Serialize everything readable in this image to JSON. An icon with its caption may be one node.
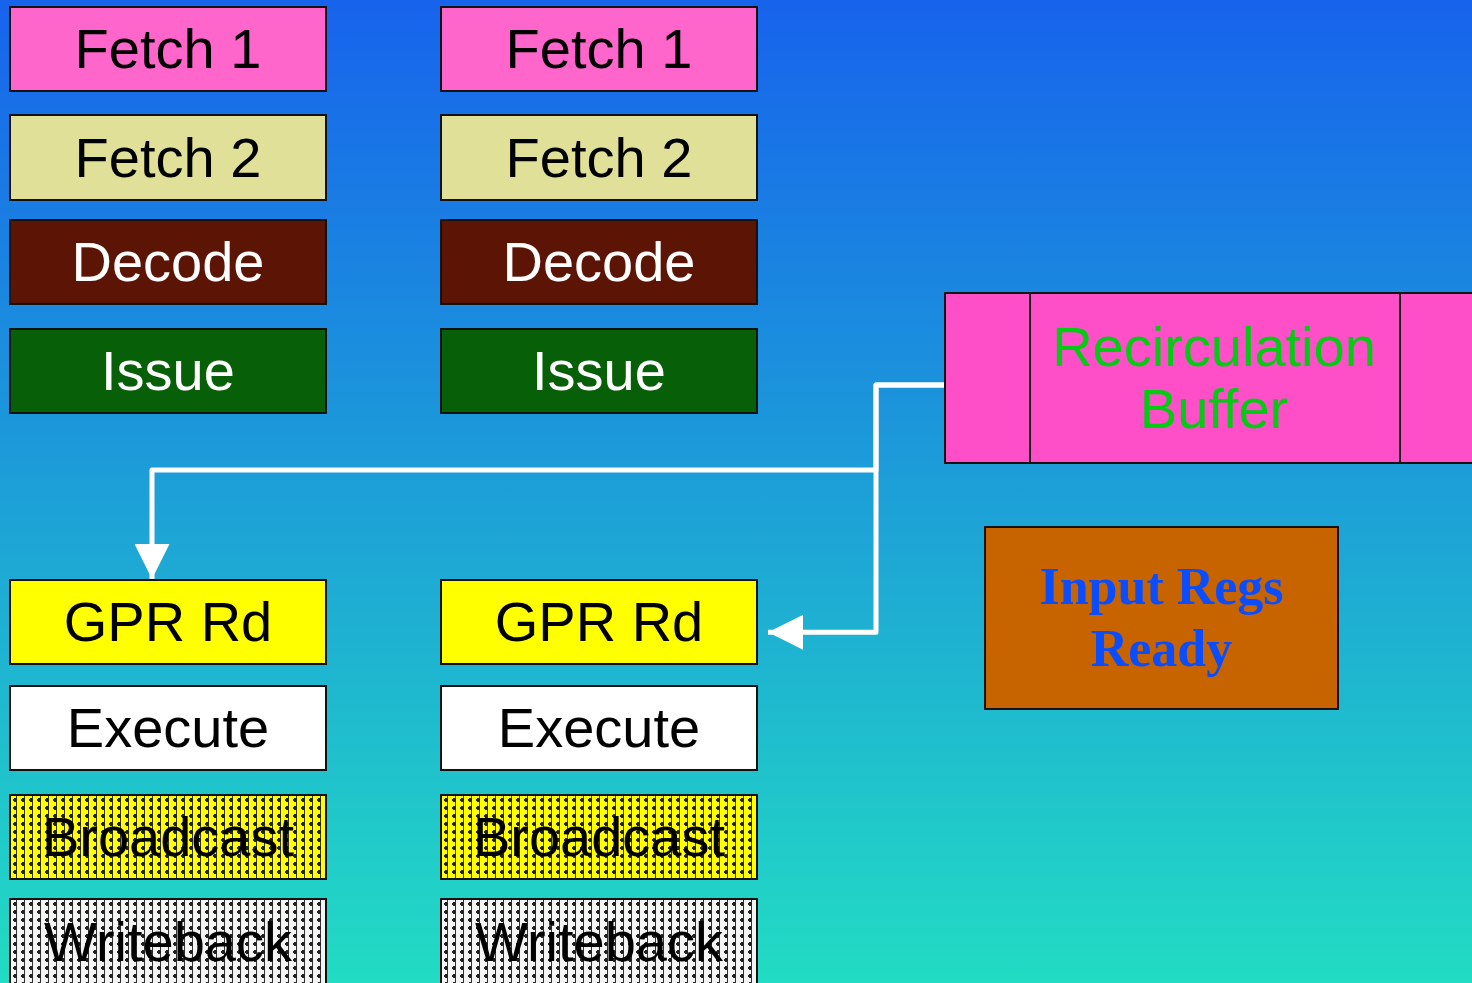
{
  "diagram": {
    "nodes": [
      {
        "text": [
          "Fetch 1"
        ]
      },
      {
        "text": [
          "Fetch 2"
        ]
      },
      {
        "text": [
          "Decode"
        ]
      },
      {
        "text": [
          "Issue"
        ]
      },
      {
        "text": [
          "GPR Rd"
        ]
      },
      {
        "text": [
          "Execute"
        ]
      },
      {
        "text": [
          "Broadcast"
        ]
      },
      {
        "text": [
          "Writeback"
        ]
      },
      {
        "text": [
          "Fetch 1"
        ]
      },
      {
        "text": [
          "Fetch 2"
        ]
      },
      {
        "text": [
          "Decode"
        ]
      },
      {
        "text": [
          "Issue"
        ]
      },
      {
        "text": [
          "GPR Rd"
        ]
      },
      {
        "text": [
          "Execute"
        ]
      },
      {
        "text": [
          "Broadcast"
        ]
      },
      {
        "text": [
          "Writeback"
        ]
      },
      {
        "text": [
          "Recirculation Buffer"
        ]
      },
      {
        "text": [
          "Input Regs Ready"
        ]
      }
    ],
    "edges": [
      {
        "from": 16,
        "to": 4,
        "arrow": "to"
      },
      {
        "from": 16,
        "to": 12,
        "arrow": "to"
      }
    ]
  }
}
